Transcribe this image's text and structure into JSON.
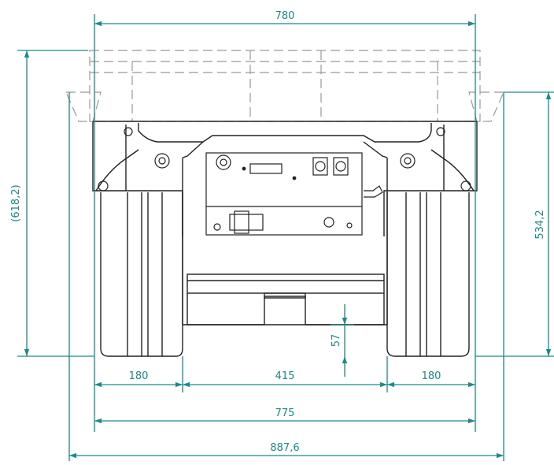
{
  "colors": {
    "dimension": "#1a8a8a",
    "outline": "#222222",
    "hidden": "#999999",
    "background": "#ffffff"
  },
  "dimensions": {
    "top_width": "780",
    "left_height": "(618,2)",
    "right_height": "534,2",
    "clearance": "57",
    "wheel_left": "180",
    "center_span": "415",
    "wheel_right": "180",
    "track_width": "775",
    "overall_width": "887,6"
  }
}
